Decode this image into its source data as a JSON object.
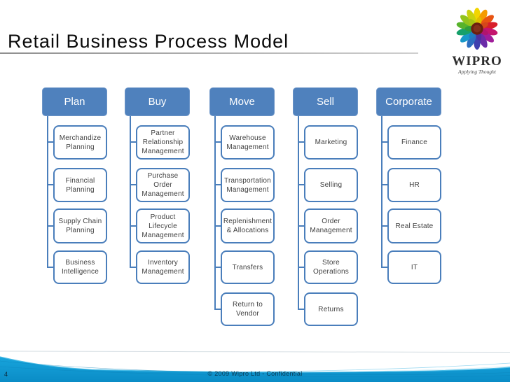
{
  "slide": {
    "title": "Retail Business Process Model",
    "page_number": "4",
    "copyright": "© 2009 Wipro Ltd  -  Confidential"
  },
  "logo": {
    "brand": "WIPRO",
    "tagline": "Applying Thought"
  },
  "colors": {
    "accent_blue": "#4f81bd",
    "node_border_blue": "#4a7ebb",
    "node_text": "#404040",
    "footer_cyan": "#0f9cd6",
    "title_rule_gray": "#9a9a9a"
  },
  "diagram": {
    "columns": [
      {
        "label": "Plan",
        "items": [
          {
            "label": "Merchandize Planning"
          },
          {
            "label": "Financial Planning"
          },
          {
            "label": "Supply Chain Planning"
          },
          {
            "label": "Business Intelligence"
          }
        ]
      },
      {
        "label": "Buy",
        "items": [
          {
            "label": "Partner Relationship Management"
          },
          {
            "label": "Purchase Order Management"
          },
          {
            "label": "Product Lifecycle Management"
          },
          {
            "label": "Inventory Management"
          }
        ]
      },
      {
        "label": "Move",
        "items": [
          {
            "label": "Warehouse Management"
          },
          {
            "label": "Transportation Management"
          },
          {
            "label": "Replenishment & Allocations"
          },
          {
            "label": "Transfers"
          },
          {
            "label": "Return to Vendor"
          }
        ]
      },
      {
        "label": "Sell",
        "items": [
          {
            "label": "Marketing"
          },
          {
            "label": "Selling"
          },
          {
            "label": "Order Management"
          },
          {
            "label": "Store Operations"
          },
          {
            "label": "Returns"
          }
        ]
      },
      {
        "label": "Corporate",
        "items": [
          {
            "label": "Finance"
          },
          {
            "label": "HR"
          },
          {
            "label": "Real Estate"
          },
          {
            "label": "IT"
          }
        ]
      }
    ]
  }
}
